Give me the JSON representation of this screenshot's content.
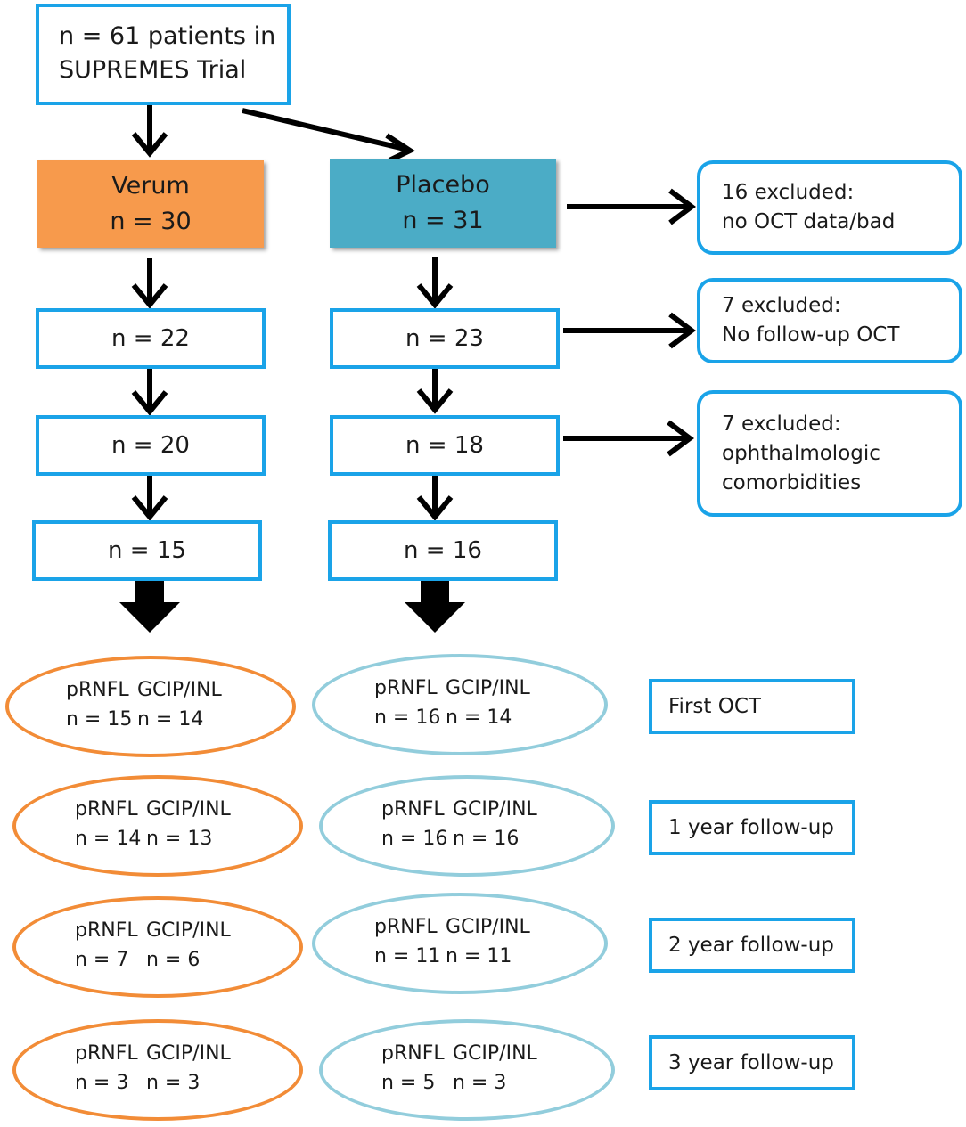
{
  "start": {
    "line1": "n = 61 patients in",
    "line2": "SUPREMES Trial"
  },
  "verum": {
    "name": "Verum",
    "n": "n = 30",
    "color": "#f79a4c",
    "steps": [
      "n = 22",
      "n = 20",
      "n = 15"
    ]
  },
  "placebo": {
    "name": "Placebo",
    "n": "n = 31",
    "color": "#4bacc6",
    "steps": [
      "n = 23",
      "n = 18",
      "n = 16"
    ]
  },
  "exclusions": [
    {
      "line1": "16 excluded:",
      "line2": "no OCT data/bad",
      "line3": ""
    },
    {
      "line1": "7 excluded:",
      "line2": "No follow-up OCT",
      "line3": ""
    },
    {
      "line1": "7 excluded:",
      "line2": "ophthalmologic",
      "line3": "comorbidities"
    }
  ],
  "measure_labels": {
    "a": "pRNFL",
    "b": "GCIP/INL"
  },
  "timepoints": [
    {
      "label": "First OCT",
      "verum": [
        "n = 15",
        "n = 14"
      ],
      "placebo": [
        "n = 16",
        "n = 14"
      ]
    },
    {
      "label": "1 year follow-up",
      "verum": [
        "n = 14",
        "n = 13"
      ],
      "placebo": [
        "n = 16",
        "n = 16"
      ]
    },
    {
      "label": "2 year follow-up",
      "verum": [
        "n = 7",
        "n = 6"
      ],
      "placebo": [
        "n = 11",
        "n = 11"
      ]
    },
    {
      "label": "3 year follow-up",
      "verum": [
        "n = 3",
        "n = 3"
      ],
      "placebo": [
        "n = 5",
        "n = 3"
      ]
    }
  ],
  "colors": {
    "box_border": "#1aa3e8",
    "verum_ellipse": "#f28c37",
    "placebo_ellipse": "#92cddc",
    "arrow": "#000000"
  }
}
